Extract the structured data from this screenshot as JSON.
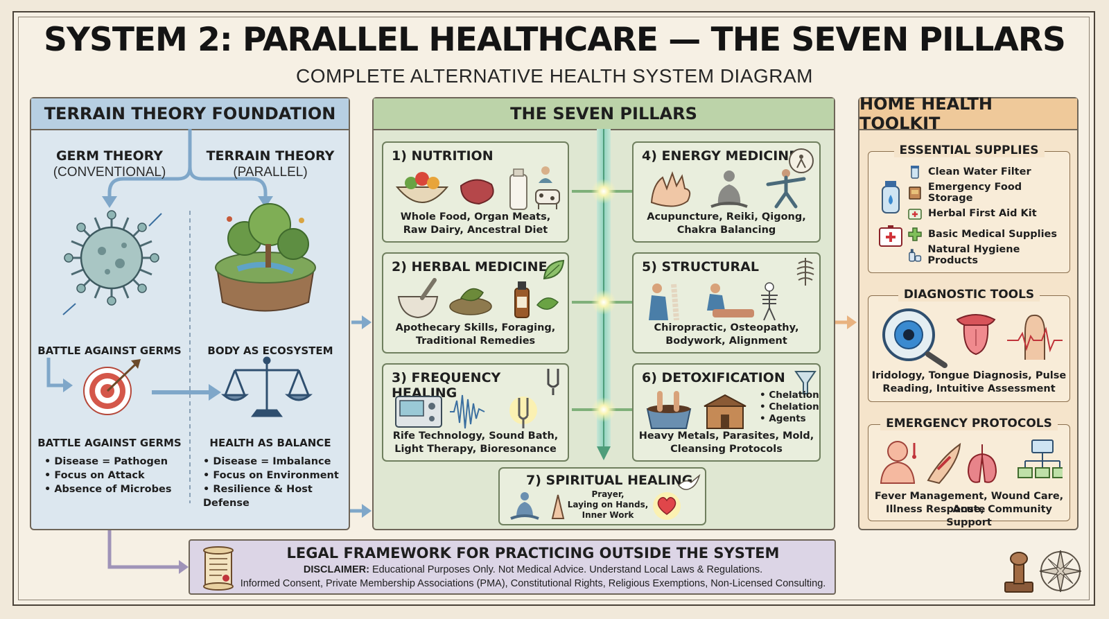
{
  "header": {
    "title": "SYSTEM 2: PARALLEL HEALTHCARE — THE SEVEN PILLARS",
    "subtitle": "COMPLETE ALTERNATIVE HEALTH SYSTEM DIAGRAM"
  },
  "terrain": {
    "heading": "TERRAIN THEORY FOUNDATION",
    "germ": {
      "title": "GERM THEORY",
      "subtitle": "(CONVENTIONAL)",
      "caption1": "BATTLE AGAINST GERMS",
      "caption2": "BATTLE AGAINST GERMS",
      "bullets": [
        "• Disease = Pathogen",
        "• Focus on Attack",
        "• Absence of Microbes"
      ]
    },
    "terrain_col": {
      "title": "TERRAIN THEORY",
      "subtitle": "(PARALLEL)",
      "caption1": "BODY AS ECOSYSTEM",
      "caption2": "HEALTH AS BALANCE",
      "bullets": [
        "• Disease = Imbalance",
        "• Focus on Environment",
        "• Resilience & Host Defense"
      ]
    }
  },
  "pillars": {
    "heading": "THE SEVEN PILLARS",
    "items": [
      {
        "title": "1) NUTRITION",
        "line1": "Whole Food, Organ Meats,",
        "line2": "Raw Dairy, Ancestral Diet"
      },
      {
        "title": "2) HERBAL MEDICINE",
        "line1": "Apothecary Skills, Foraging,",
        "line2": "Traditional Remedies"
      },
      {
        "title": "3) FREQUENCY HEALING",
        "line1": "Rife Technology, Sound Bath,",
        "line2": "Light Therapy, Bioresonance"
      },
      {
        "title": "4) ENERGY MEDICINE",
        "line1": "Acupuncture, Reiki, Qigong,",
        "line2": "Chakra Balancing"
      },
      {
        "title": "5) STRUCTURAL",
        "line1": "Chiropractic, Osteopathy,",
        "line2": "Bodywork, Alignment"
      },
      {
        "title": "6) DETOXIFICATION",
        "line1": "Heavy Metals, Parasites, Mold,",
        "line2": "Cleansing Protocols",
        "side": [
          "• Chelation",
          "• Chelation",
          "• Agents"
        ]
      },
      {
        "title": "7) SPIRITUAL HEALING",
        "line1": "Prayer,",
        "line2": "Laying on Hands,",
        "line3": "Inner Work"
      }
    ]
  },
  "toolkit": {
    "heading": "HOME HEALTH TOOLKIT",
    "supplies": {
      "title": "ESSENTIAL SUPPLIES",
      "items": [
        "Clean Water Filter",
        "Emergency Food Storage",
        "Herbal First Aid Kit",
        "Basic Medical Supplies",
        "Natural Hygiene Products"
      ]
    },
    "diagnostic": {
      "title": "DIAGNOSTIC TOOLS",
      "line1": "Iridology, Tongue Diagnosis, Pulse",
      "line2": "Reading, Intuitive Assessment"
    },
    "emergency": {
      "title": "EMERGENCY PROTOCOLS",
      "line1": "Fever Management, Wound Care, Acute",
      "line2": "Illness Response, Community Support"
    }
  },
  "legal": {
    "title": "LEGAL FRAMEWORK FOR PRACTICING OUTSIDE THE SYSTEM",
    "disclaimer_label": "DISCLAIMER:",
    "disclaimer_text": " Educational Purposes Only. Not Medical Advice. Understand Local Laws & Regulations.",
    "line2": "Informed Consent, Private Membership Associations (PMA), Constitutional Rights, Religious Exemptions, Non-Licensed Consulting."
  },
  "colors": {
    "terrain_panel": "#dce7ef",
    "pillars_panel": "#dfe7d2",
    "toolkit_panel": "#f5e4cb",
    "legal_panel": "#dcd5e6",
    "arrow_blue": "#7fa7c9",
    "arrow_orange": "#e8b27f",
    "arrow_green": "#9ec08a"
  }
}
